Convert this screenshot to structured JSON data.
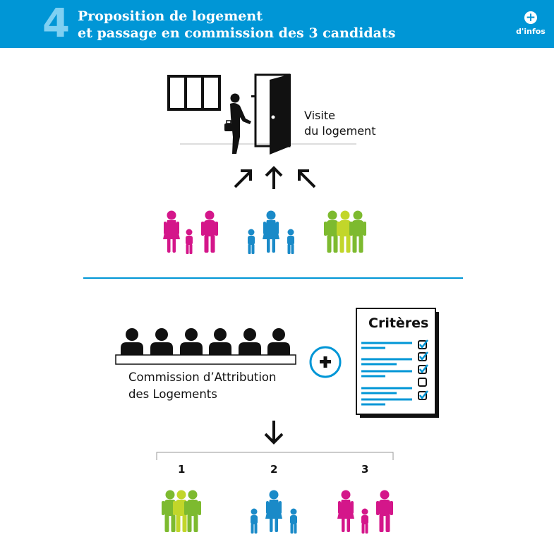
{
  "header": {
    "step_number": "4",
    "title_line1": "Proposition de logement",
    "title_line2": "et passage en commission des 3 candidats",
    "infos_label": "d'infos"
  },
  "visit": {
    "line1": "Visite",
    "line2": "du logement"
  },
  "commission": {
    "line1": "Commission d’Attribution",
    "line2": "des Logements"
  },
  "criteria": {
    "title": "Critères",
    "checks": [
      true,
      true,
      true,
      false,
      true
    ]
  },
  "ranking": [
    {
      "rank": "1",
      "family": "green"
    },
    {
      "rank": "2",
      "family": "blue"
    },
    {
      "rank": "3",
      "family": "magenta"
    }
  ],
  "colors": {
    "header": "#0096d6",
    "magenta": "#d4168a",
    "blue": "#1a8ac8",
    "green": "#7dba2f",
    "lime": "#c2d62a",
    "accent": "#0096d6"
  }
}
